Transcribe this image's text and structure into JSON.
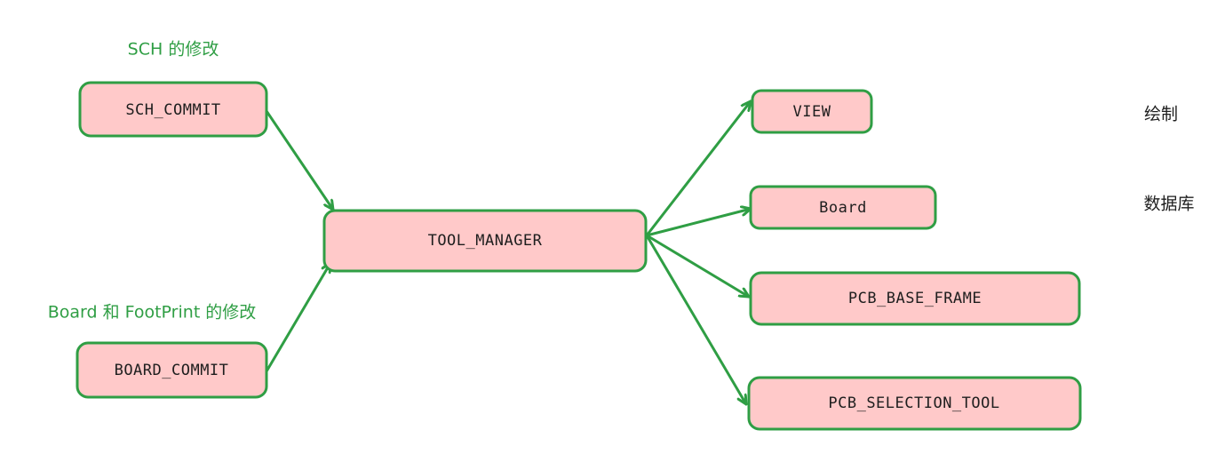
{
  "annotations": {
    "sch_note": "SCH 的修改",
    "board_note": "Board 和 FootPrint 的修改",
    "view_note": "绘制",
    "board_db_note": "数据库"
  },
  "nodes": {
    "sch_commit": "SCH_COMMIT",
    "board_commit": "BOARD_COMMIT",
    "tool_manager": "TOOL_MANAGER",
    "view": "VIEW",
    "board": "Board",
    "pcb_base_frame": "PCB_BASE_FRAME",
    "pcb_selection_tool": "PCB_SELECTION_TOOL"
  },
  "edges": [
    {
      "from": "SCH_COMMIT",
      "to": "TOOL_MANAGER"
    },
    {
      "from": "BOARD_COMMIT",
      "to": "TOOL_MANAGER"
    },
    {
      "from": "TOOL_MANAGER",
      "to": "VIEW"
    },
    {
      "from": "TOOL_MANAGER",
      "to": "Board"
    },
    {
      "from": "TOOL_MANAGER",
      "to": "PCB_BASE_FRAME"
    },
    {
      "from": "TOOL_MANAGER",
      "to": "PCB_SELECTION_TOOL"
    }
  ],
  "colors": {
    "node_fill": "#ffc9c9",
    "node_stroke": "#2f9e44",
    "edge": "#2f9e44",
    "annotation": "#2f9e44",
    "text": "#1e1e1e"
  }
}
